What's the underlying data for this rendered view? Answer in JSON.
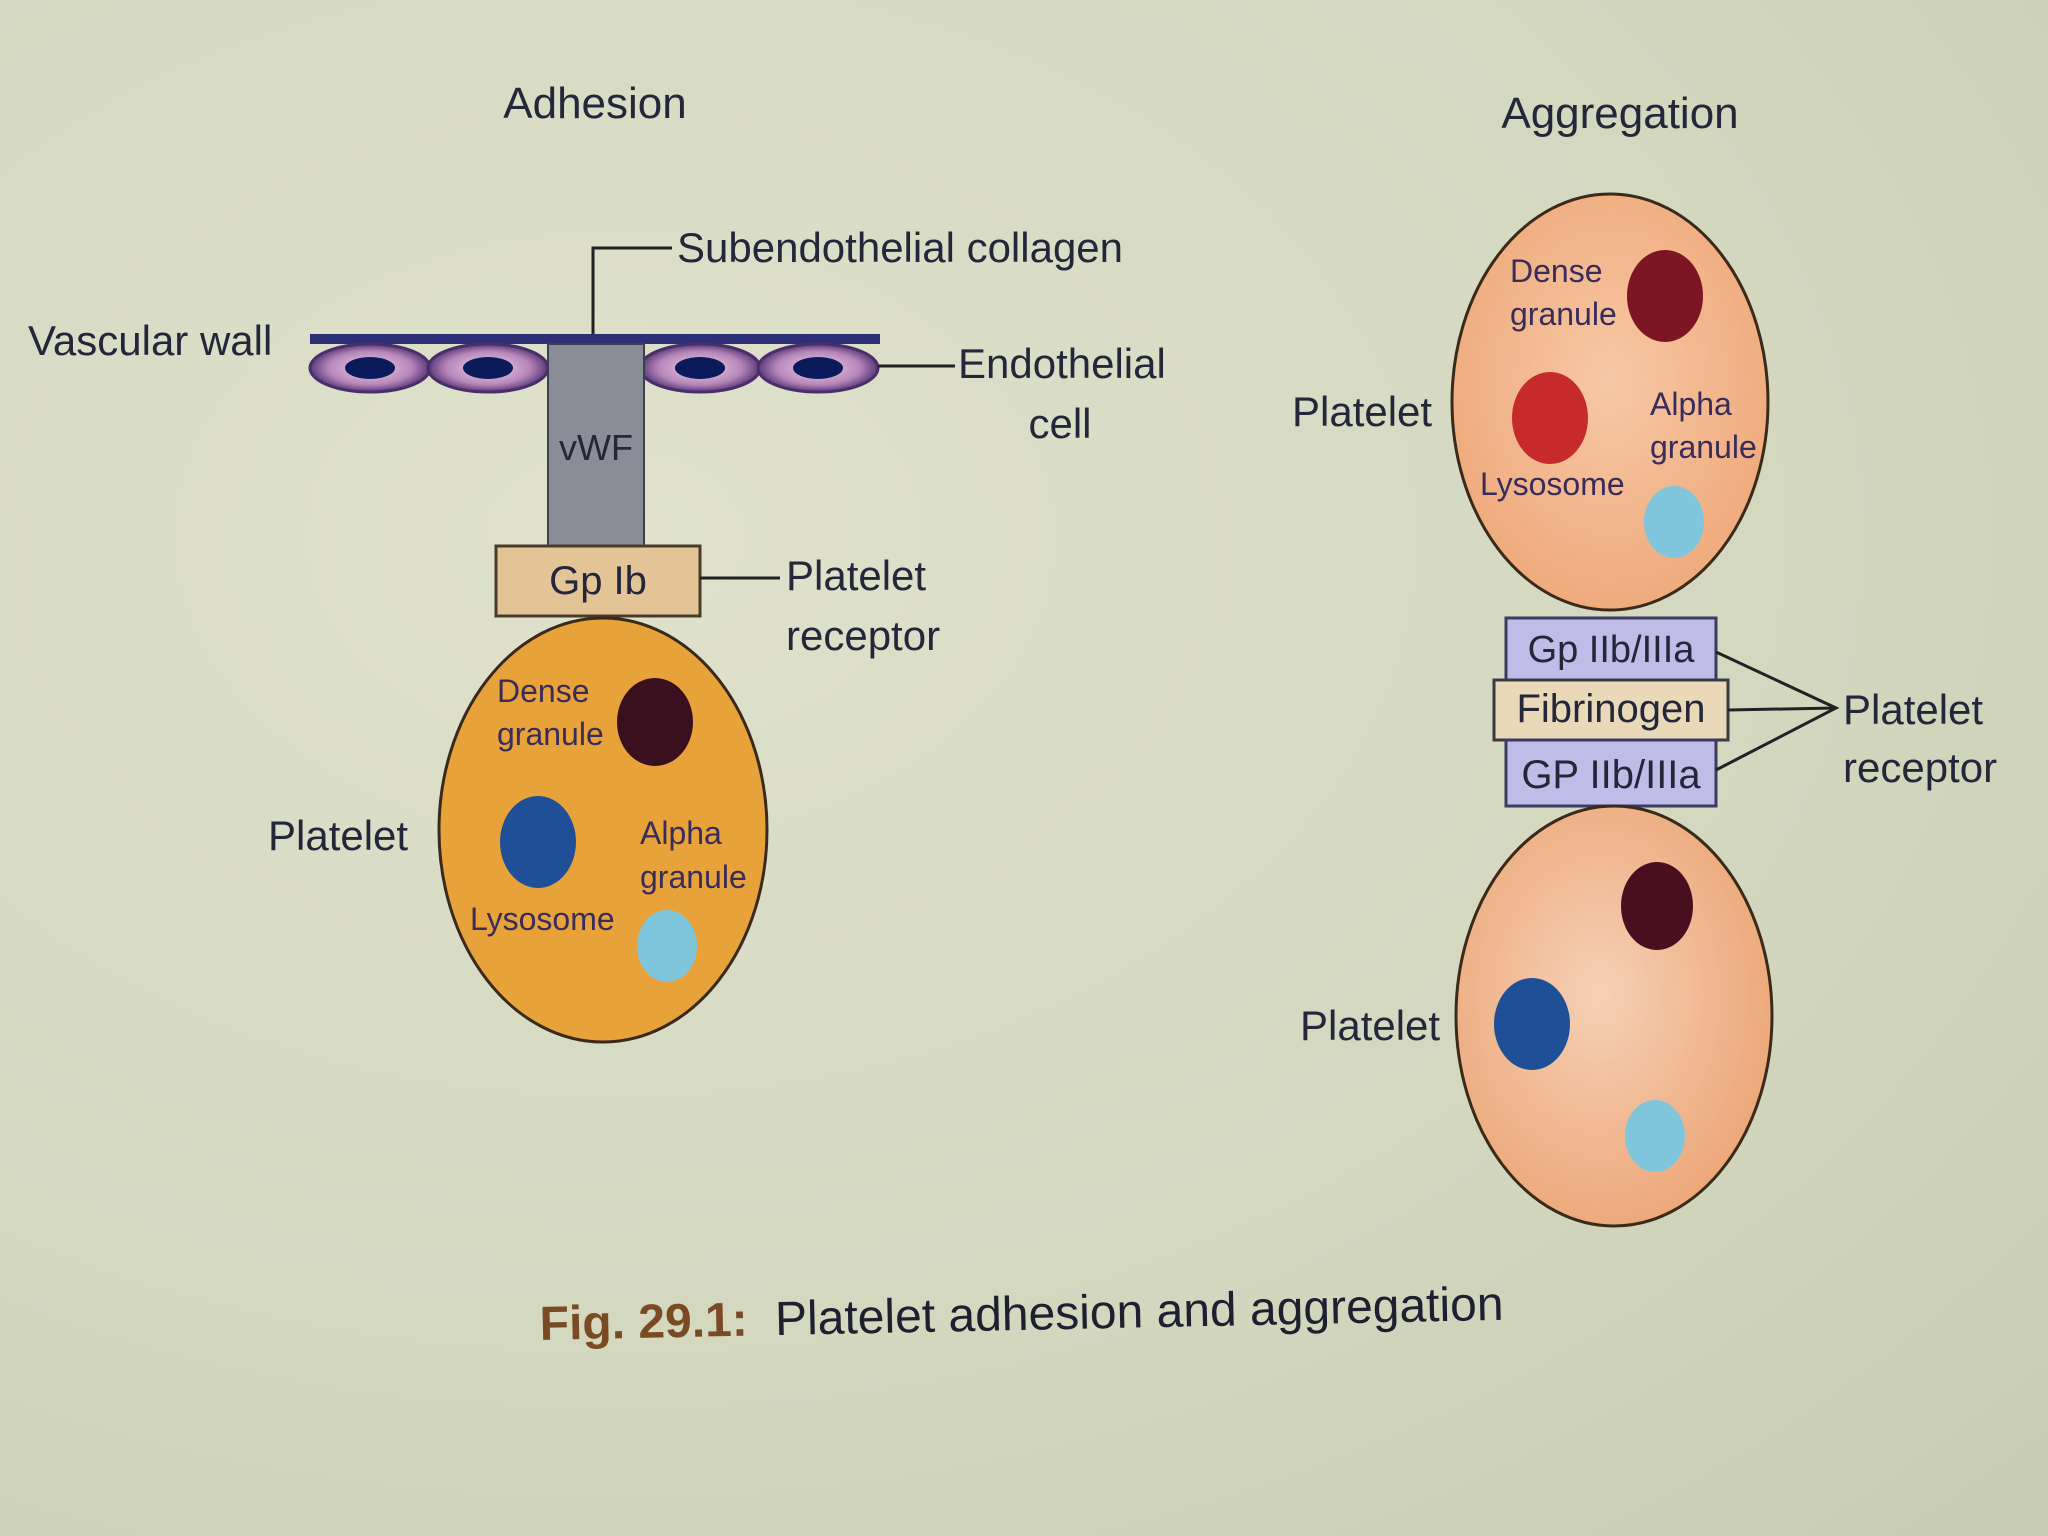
{
  "headings": {
    "adhesion": "Adhesion",
    "aggregation": "Aggregation"
  },
  "adhesion": {
    "vascular_wall": "Vascular wall",
    "subendothelial_collagen": "Subendothelial collagen",
    "endothelial_cell_line1": "Endothelial",
    "endothelial_cell_line2": "cell",
    "vwf": "vWF",
    "gp_ib": "Gp Ib",
    "platelet_receptor_line1": "Platelet",
    "platelet_receptor_line2": "receptor",
    "platelet": "Platelet",
    "dense_granule_line1": "Dense",
    "dense_granule_line2": "granule",
    "alpha_granule_line1": "Alpha",
    "alpha_granule_line2": "granule",
    "lysosome": "Lysosome"
  },
  "aggregation": {
    "top_platelet": "Platelet",
    "dense_granule_line1": "Dense",
    "dense_granule_line2": "granule",
    "alpha_granule_line1": "Alpha",
    "alpha_granule_line2": "granule",
    "lysosome": "Lysosome",
    "gp_iib_iiia_top": "Gp IIb/IIIa",
    "fibrinogen": "Fibrinogen",
    "gp_iib_iiia_bottom": "GP IIb/IIIa",
    "platelet_receptor_line1": "Platelet",
    "platelet_receptor_line2": "receptor",
    "bottom_platelet": "Platelet"
  },
  "caption": {
    "number": "Fig. 29.1:",
    "text": "Platelet adhesion and aggregation"
  },
  "colors": {
    "platelet_orange": "#e8a23a",
    "platelet_peach": "#f1b58c",
    "dense_granule": "#3a0f1e",
    "dense_granule_red": "#7d1525",
    "lysosome_blue": "#1f4f97",
    "lysosome_red": "#c62a2a",
    "alpha_granule": "#7fc6dd",
    "vwf_gray": "#8a8c98",
    "gp_box": "#e2c496",
    "gp_iib_box": "#bfbde8"
  }
}
